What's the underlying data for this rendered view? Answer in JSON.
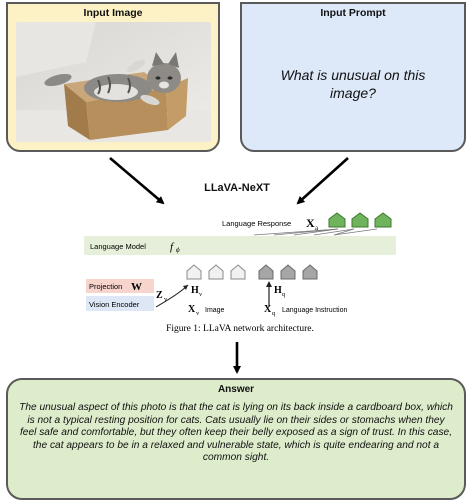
{
  "input_image": {
    "title": "Input Image"
  },
  "input_prompt": {
    "title": "Input Prompt",
    "text": "What is unusual on this image?"
  },
  "model_name": "LLaVA-NeXT",
  "architecture": {
    "language_response": "Language Response",
    "language_response_symbol": "X",
    "language_response_sub": "a",
    "language_model": "Language Model",
    "language_model_symbol": "f",
    "language_model_sub": "ϕ",
    "projection": "Projection",
    "projection_symbol": "W",
    "vision_encoder": "Vision Encoder",
    "z_symbol": "Z",
    "z_sub": "v",
    "h_v_symbol": "H",
    "h_v_sub": "v",
    "h_q_symbol": "H",
    "h_q_sub": "q",
    "x_v_symbol": "X",
    "x_v_sub": "v",
    "image_label": "Image",
    "x_q_symbol": "X",
    "x_q_sub": "q",
    "language_instruction": "Language Instruction",
    "caption": "Figure 1: LLaVA network architecture."
  },
  "answer": {
    "title": "Answer",
    "text": "The unusual aspect of this photo is that the cat is lying on its back inside a cardboard box, which is not a typical resting position for cats. Cats usually lie on their sides or stomachs when they feel safe and comfortable, but they often keep their belly exposed as a sign of trust. In this case, the cat appears to be in a relaxed and vulnerable state, which is quite endearing and not a common sight."
  },
  "colors": {
    "image_panel": "#fdf2c5",
    "prompt_panel": "#dde8f9",
    "answer_panel": "#ddeccb",
    "response_token": "#6fb35c",
    "vision_token": "#f1f1f1",
    "instruction_token": "#a6a6a6",
    "language_model_bar": "#e5efd9",
    "projection_box": "#f7d5cd",
    "vision_box": "#dde7f6"
  }
}
